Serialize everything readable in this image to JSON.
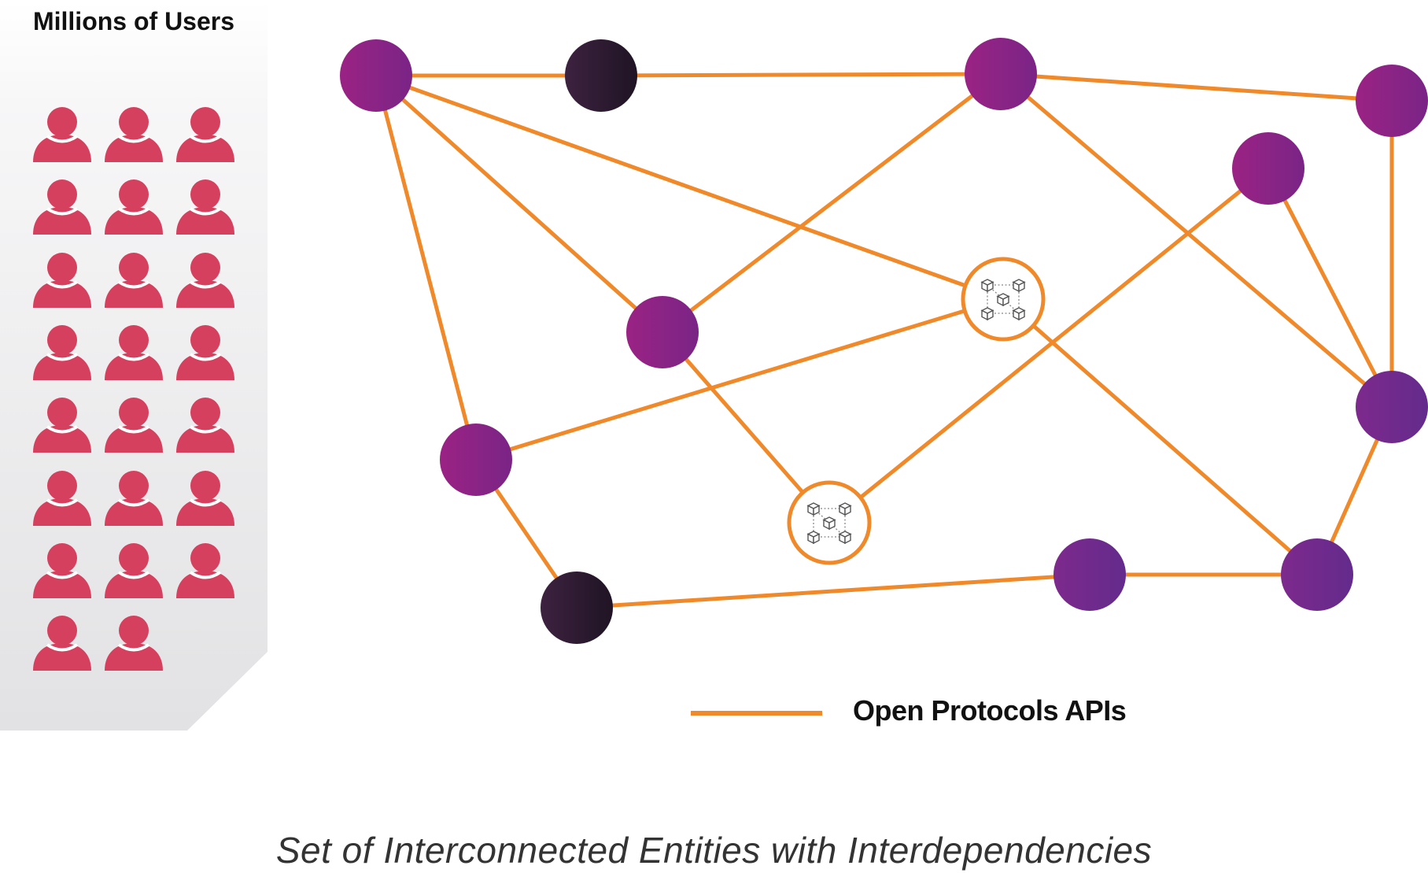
{
  "users_panel": {
    "title": "Millions of Users",
    "user_count": 23,
    "icon": "user-icon",
    "icon_color": "#d6405f"
  },
  "network": {
    "edge_color": "#f0892a",
    "node_colors": {
      "purple": "#9a2384",
      "violet": "#6e2b8e",
      "dark": "#2c1a2f",
      "hub_ring": "#f0892a",
      "hub_fill": "#ffffff"
    },
    "hub_icon": "blockchain-cubes-icon"
  },
  "legend": {
    "label": "Open Protocols APIs"
  },
  "caption": {
    "text": "Set of Interconnected Entities with Interdependencies"
  }
}
